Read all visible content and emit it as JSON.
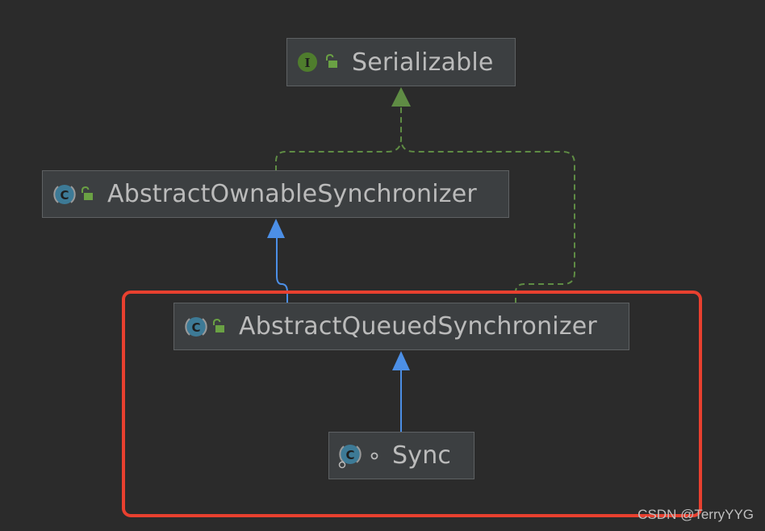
{
  "nodes": {
    "serializable": {
      "label": "Serializable",
      "kind": "interface",
      "badge": "I",
      "access": "public"
    },
    "aos": {
      "label": "AbstractOwnableSynchronizer",
      "kind": "abstract-class",
      "badge": "C",
      "access": "public"
    },
    "aqs": {
      "label": "AbstractQueuedSynchronizer",
      "kind": "abstract-class",
      "badge": "C",
      "access": "public"
    },
    "sync": {
      "label": "Sync",
      "kind": "abstract-class",
      "badge": "C",
      "access": "package-private"
    }
  },
  "edges": [
    {
      "from": "aos",
      "to": "serializable",
      "type": "implements"
    },
    {
      "from": "aqs",
      "to": "serializable",
      "type": "implements"
    },
    {
      "from": "aqs",
      "to": "aos",
      "type": "extends"
    },
    {
      "from": "sync",
      "to": "aqs",
      "type": "extends"
    }
  ],
  "colors": {
    "background": "#2b2b2b",
    "node_fill": "#3c3f41",
    "node_border": "#5e6163",
    "text": "#bbbbbb",
    "implements_edge": "#5f8c44",
    "extends_edge": "#4c8fe6",
    "highlight": "#e8402f",
    "class_badge": "#3d7a96",
    "interface_badge": "#4f7d2d",
    "lock_icon": "#6aa144"
  },
  "watermark": "CSDN @TerryYYG"
}
